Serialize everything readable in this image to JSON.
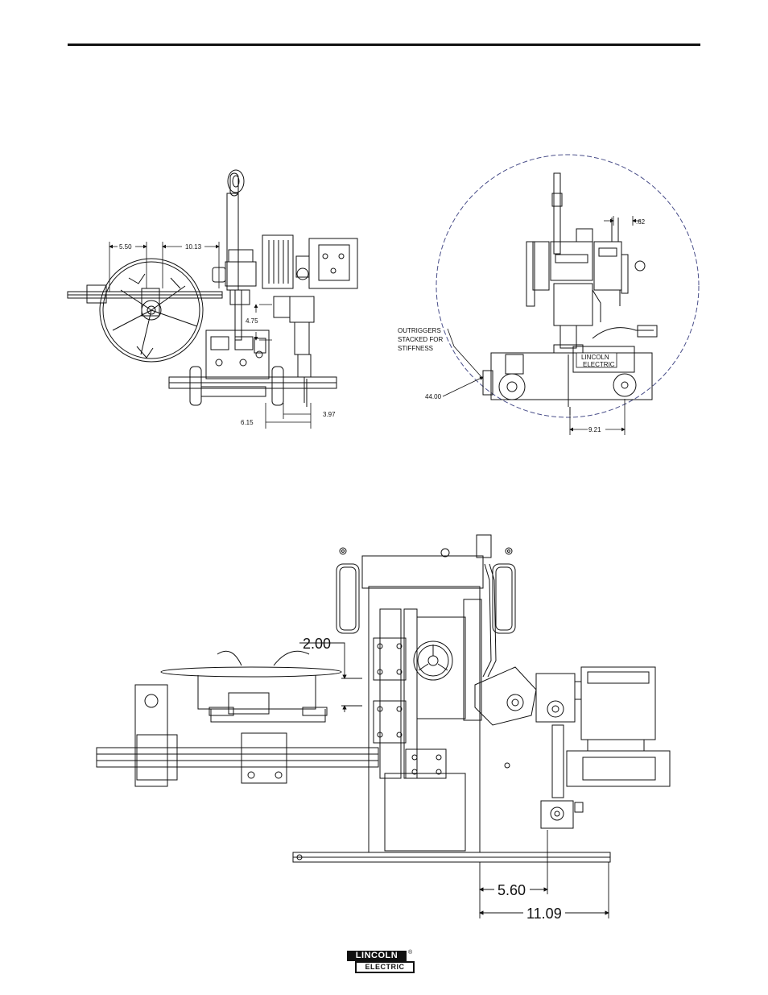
{
  "top_left_view": {
    "dim_a": "5.50",
    "dim_b": "10.13",
    "dim_c": "4.75",
    "dim_d": "6.15",
    "dim_e": "3.97"
  },
  "top_right_view": {
    "dim_a": ".62",
    "dim_b": "44.00",
    "dim_c": "9.21",
    "note_line1": "OUTRIGGERS",
    "note_line2": "STACKED FOR",
    "note_line3": "STIFFNESS",
    "badge_line1": "LINCOLN",
    "badge_line2": "ELECTRIC"
  },
  "bottom_view": {
    "dim_a": "2.00",
    "dim_b": "5.60",
    "dim_c": "11.09"
  },
  "footer_logo": {
    "line1": "LINCOLN",
    "line2": "ELECTRIC",
    "reg": "®"
  },
  "colors": {
    "ink": "#111111",
    "circle_dash": "#4a4f8a"
  }
}
